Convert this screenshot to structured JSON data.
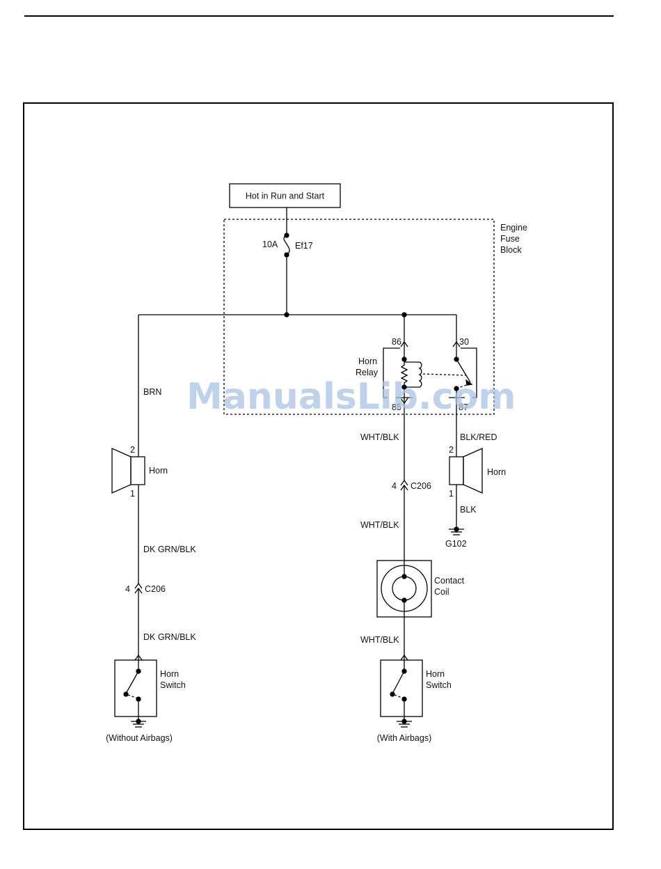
{
  "power": {
    "source_label": "Hot in Run and Start"
  },
  "fuse": {
    "rating": "10A",
    "id": "Ef17"
  },
  "fuse_block": {
    "line1": "Engine",
    "line2": "Fuse",
    "line3": "Block"
  },
  "relay": {
    "line1": "Horn",
    "line2": "Relay",
    "pin_86": "86",
    "pin_30": "30",
    "pin_85": "85",
    "pin_87": "87"
  },
  "wires": {
    "brn": "BRN",
    "wht_blk_1": "WHT/BLK",
    "blk_red": "BLK/RED",
    "wht_blk_2": "WHT/BLK",
    "blk": "BLK",
    "dk_grn_blk_1": "DK GRN/BLK",
    "dk_grn_blk_2": "DK GRN/BLK",
    "wht_blk_3": "WHT/BLK"
  },
  "left_horn": {
    "label": "Horn",
    "pin_top": "2",
    "pin_bottom": "1"
  },
  "right_horn": {
    "label": "Horn",
    "pin_top": "2",
    "pin_bottom": "1"
  },
  "connectors": {
    "left": {
      "pin": "4",
      "id": "C206"
    },
    "right": {
      "pin": "4",
      "id": "C206"
    }
  },
  "ground": {
    "id": "G102"
  },
  "contact_coil": {
    "line1": "Contact",
    "line2": "Coil"
  },
  "left_switch": {
    "line1": "Horn",
    "line2": "Switch",
    "caption": "(Without Airbags)"
  },
  "right_switch": {
    "line1": "Horn",
    "line2": "Switch",
    "caption": "(With Airbags)"
  },
  "watermark": "ManualsLib.com"
}
